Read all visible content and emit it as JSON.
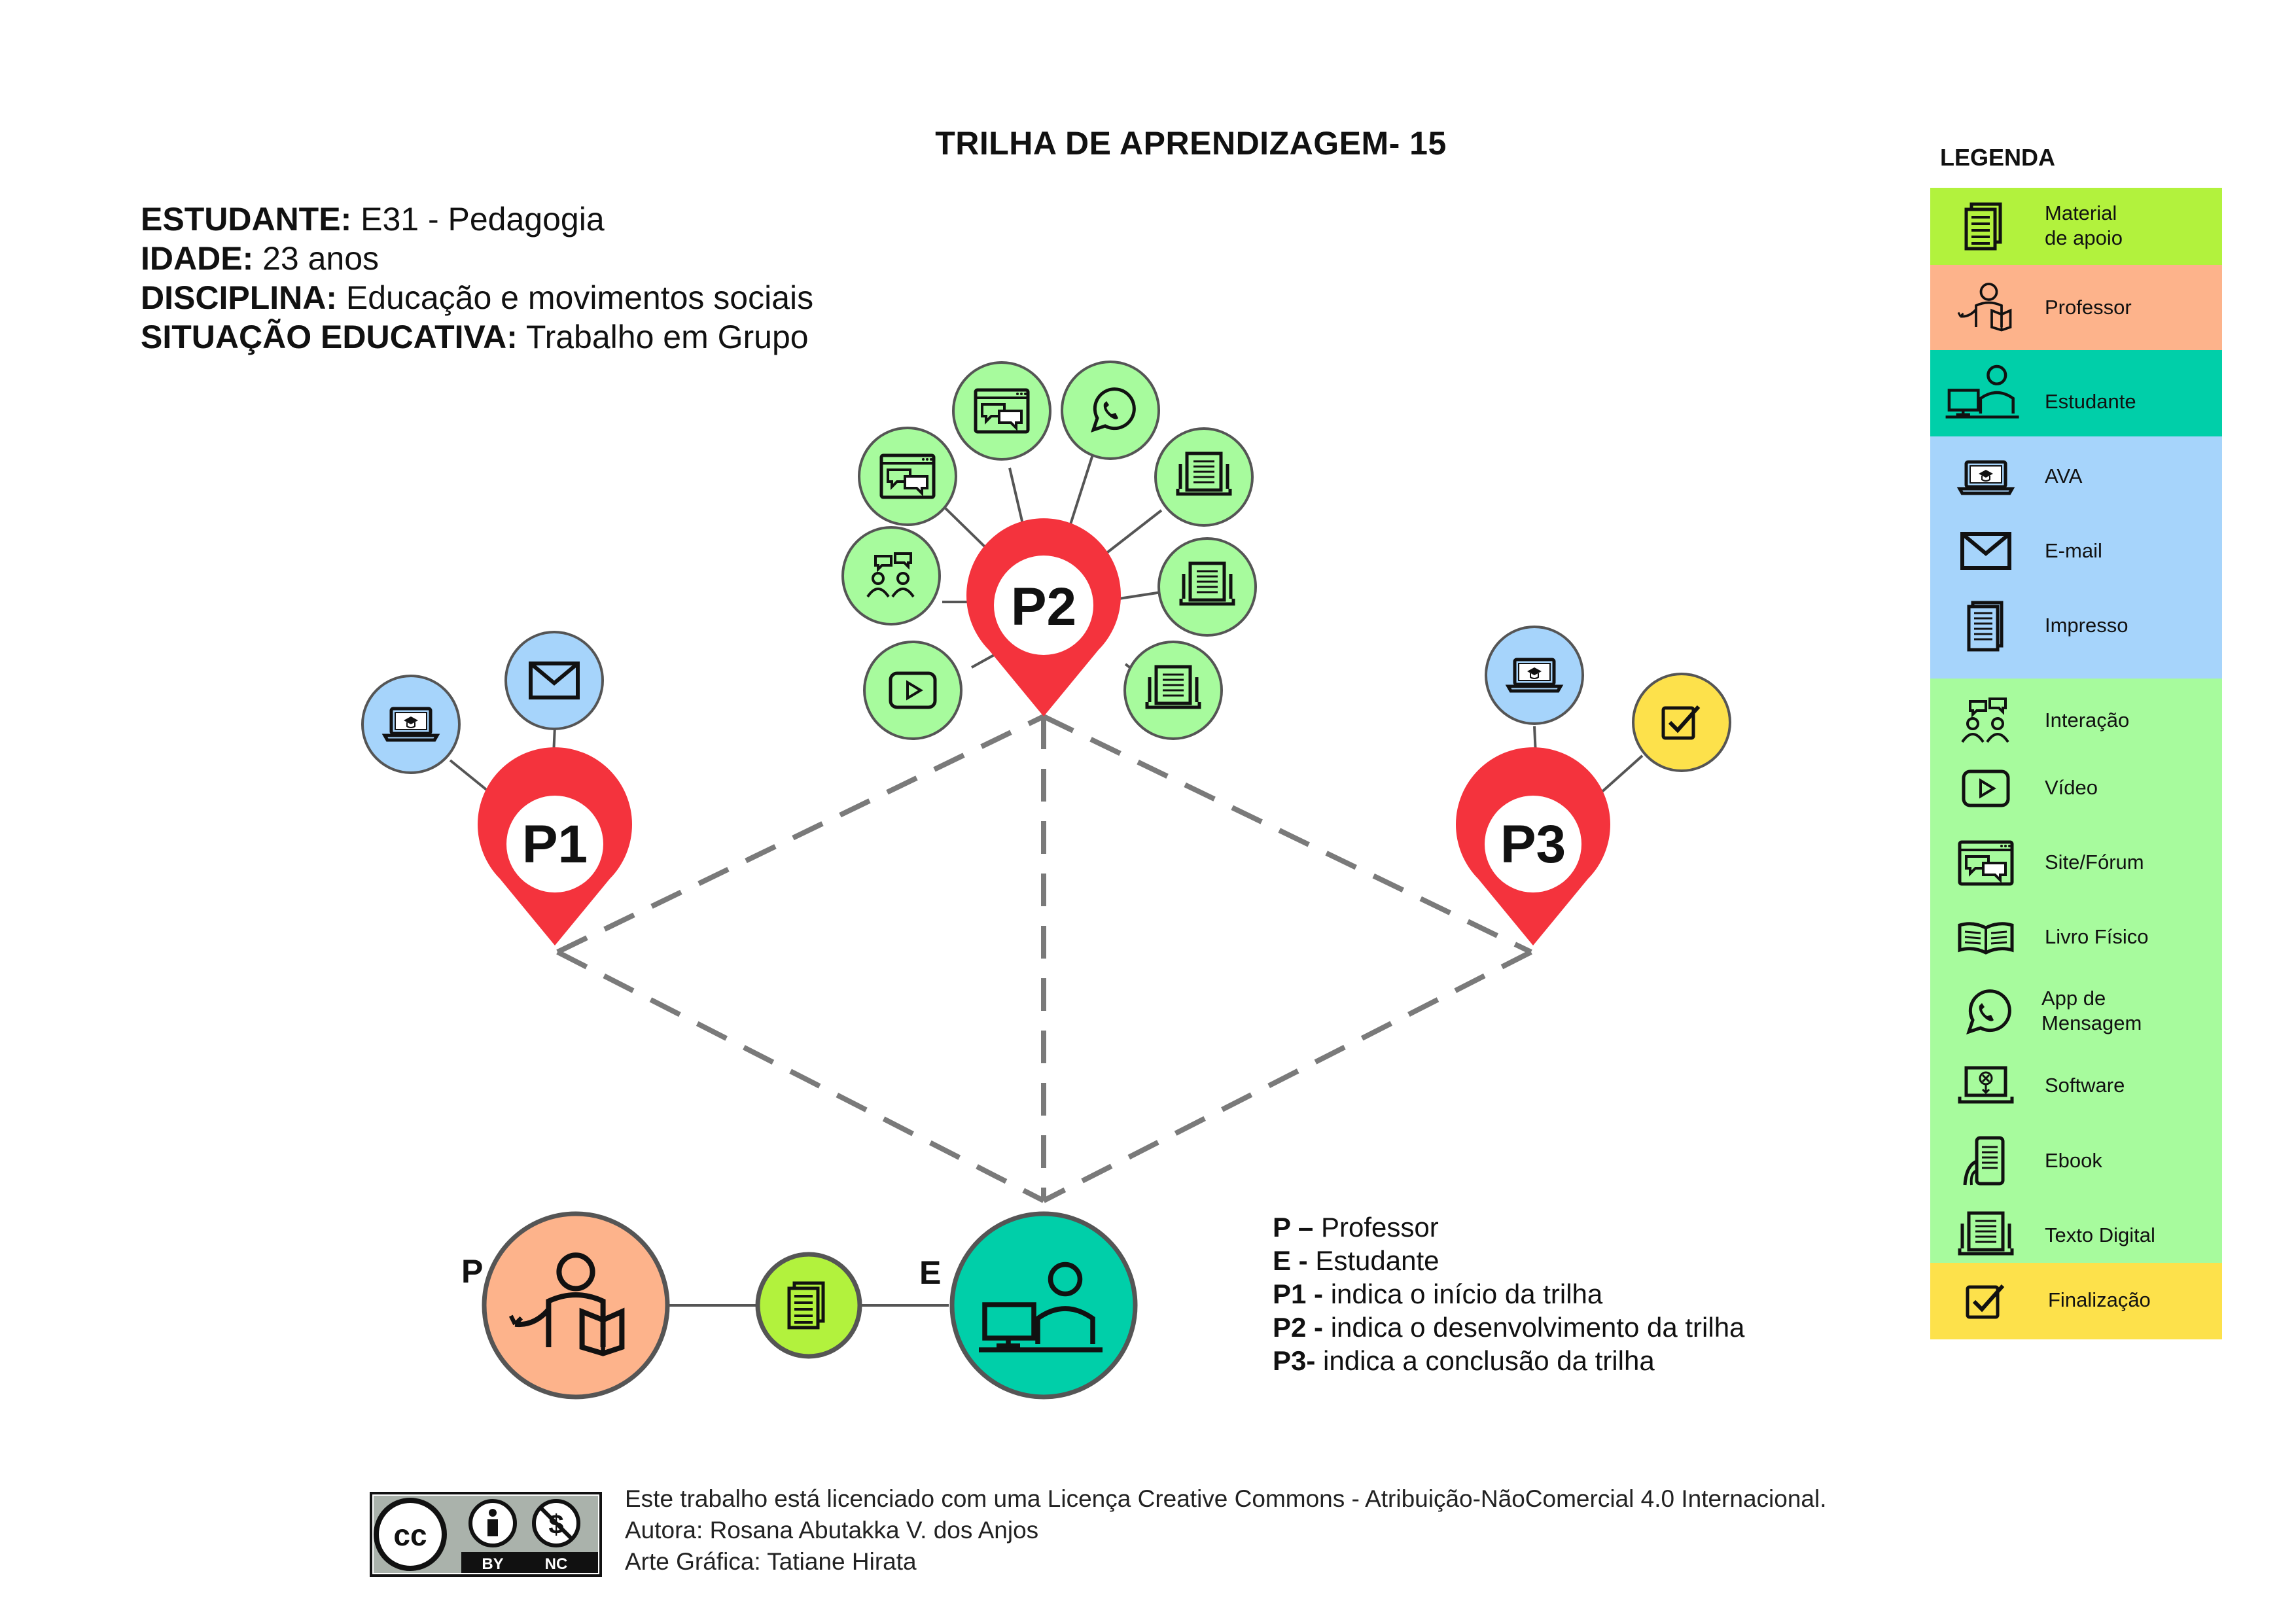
{
  "title": "TRILHA DE APRENDIZAGEM- 15",
  "info": {
    "student_label": "ESTUDANTE:",
    "student_value": " E31 - Pedagogia",
    "age_label": "IDADE:",
    "age_value": " 23 anos",
    "discipline_label": "DISCIPLINA:",
    "discipline_value": " Educação e movimentos sociais",
    "situation_label": "SITUAÇÃO EDUCATIVA:",
    "situation_value": " Trabalho em Grupo"
  },
  "pins": {
    "p1": "P1",
    "p2": "P2",
    "p3": "P3"
  },
  "people": {
    "professor_letter": "P",
    "student_letter": "E"
  },
  "notes": [
    {
      "key": "P –",
      "text": " Professor"
    },
    {
      "key": "E -",
      "text": " Estudante"
    },
    {
      "key": "P1 -",
      "text": " indica o início da trilha"
    },
    {
      "key": "P2 -",
      "text": " indica o desenvolvimento da trilha"
    },
    {
      "key": "P3-",
      "text": " indica a conclusão da trilha"
    }
  ],
  "legend": {
    "title": "LEGENDA",
    "items": [
      {
        "label": "Material\nde apoio",
        "icon": "document-stack-icon"
      },
      {
        "label": "Professor",
        "icon": "professor-icon"
      },
      {
        "label": "Estudante",
        "icon": "student-computer-icon"
      },
      {
        "label": "AVA",
        "icon": "laptop-graduation-icon"
      },
      {
        "label": "E-mail",
        "icon": "envelope-icon"
      },
      {
        "label": "Impresso",
        "icon": "printed-document-icon"
      },
      {
        "label": "Interação",
        "icon": "interaction-icon"
      },
      {
        "label": "Vídeo",
        "icon": "play-icon"
      },
      {
        "label": "Site/Fórum",
        "icon": "forum-window-icon"
      },
      {
        "label": "Livro Físico",
        "icon": "open-book-icon"
      },
      {
        "label": "App de\nMensagem",
        "icon": "whatsapp-icon"
      },
      {
        "label": "Software",
        "icon": "software-laptop-icon"
      },
      {
        "label": "Ebook",
        "icon": "ebook-icon"
      },
      {
        "label": "Texto Digital",
        "icon": "digital-text-icon"
      },
      {
        "label": "Finalização",
        "icon": "checkbox-icon"
      }
    ]
  },
  "colors": {
    "pin_red": "#f4333d",
    "material_green": "#b2f23d",
    "professor_orange": "#fdb38b",
    "student_teal": "#00cfa9",
    "blue_group": "#a6d4fb",
    "light_green_group": "#a7fb9d",
    "finalization_yellow": "#fde14b",
    "dashed_line": "#7a7a7a"
  },
  "footer": {
    "license": "Este trabalho está licenciado com uma Licença Creative Commons - Atribuição-NãoComercial 4.0 Internacional.",
    "author": "Autora: Rosana Abutakka V. dos Anjos",
    "art": "Arte Gráfica: Tatiane Hirata",
    "cc_by": "BY",
    "cc_nc": "NC",
    "cc_mark": "cc"
  }
}
